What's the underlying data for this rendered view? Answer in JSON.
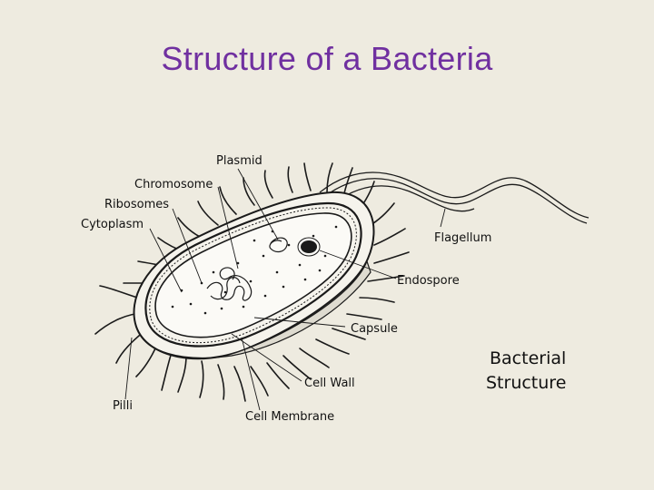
{
  "slide": {
    "title": "Structure of a Bacteria"
  },
  "diagram": {
    "labels": {
      "plasmid": "Plasmid",
      "chromosome": "Chromosome",
      "ribosomes": "Ribosomes",
      "cytoplasm": "Cytoplasm",
      "flagellum": "Flagellum",
      "endospore": "Endospore",
      "capsule": "Capsule",
      "cell_wall": "Cell Wall",
      "pilli": "Pilli",
      "cell_membrane": "Cell Membrane"
    },
    "caption": {
      "line1": "Bacterial",
      "line2": "Structure"
    }
  },
  "colors": {
    "background": "#eeebe0",
    "title": "#7030a0",
    "ink": "#1a1a1a"
  }
}
